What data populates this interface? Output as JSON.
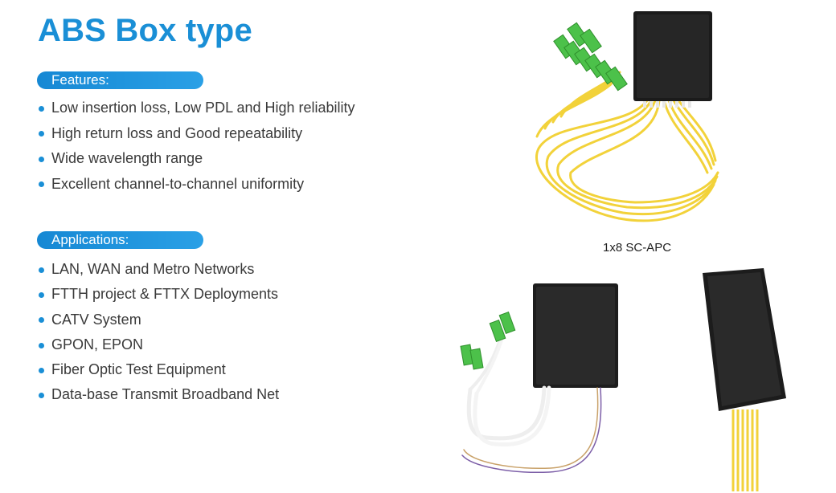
{
  "title": "ABS Box type",
  "features": {
    "label": "Features:",
    "items": [
      "Low insertion loss, Low PDL and High reliability",
      "High return loss and Good repeatability",
      "Wide wavelength range",
      "Excellent channel-to-channel uniformity"
    ]
  },
  "applications": {
    "label": "Applications:",
    "items": [
      "LAN, WAN and Metro Networks",
      "FTTH project & FTTX Deployments",
      "CATV System",
      "GPON, EPON",
      "Fiber Optic Test Equipment",
      "Data-base Transmit Broadband Net"
    ]
  },
  "product_caption": "1x8 SC-APC",
  "colors": {
    "accent": "#1a8fd6",
    "fiber_yellow": "#f2d23a",
    "connector_green": "#4cc14a",
    "box_black": "#1b1b1b"
  }
}
